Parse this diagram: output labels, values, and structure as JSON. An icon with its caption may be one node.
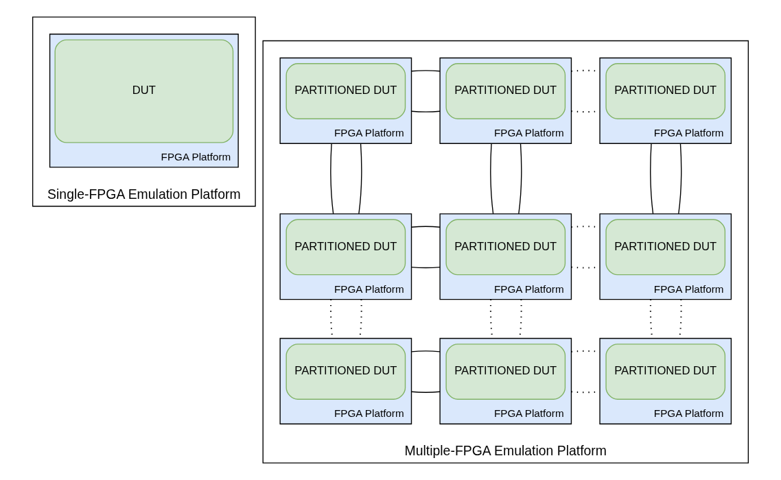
{
  "diagram": {
    "nodes": [
      {
        "text": [
          "Single-FPGA Emulation Platform"
        ]
      },
      {
        "text": [
          "FPGA Platform"
        ],
        "in": 0
      },
      {
        "text": [
          "DUT"
        ],
        "in": 1
      },
      {
        "text": [
          "Multiple-FPGA Emulation Platform"
        ]
      },
      {
        "text": [
          "FPGA Platform"
        ],
        "in": 3
      },
      {
        "text": [
          "PARTITIONED DUT"
        ],
        "in": 4
      },
      {
        "text": [
          "FPGA Platform"
        ],
        "in": 3
      },
      {
        "text": [
          "PARTITIONED DUT"
        ],
        "in": 6
      },
      {
        "text": [
          "FPGA Platform"
        ],
        "in": 3
      },
      {
        "text": [
          "PARTITIONED DUT"
        ],
        "in": 8
      },
      {
        "text": [
          "FPGA Platform"
        ],
        "in": 3
      },
      {
        "text": [
          "PARTITIONED DUT"
        ],
        "in": 10
      },
      {
        "text": [
          "FPGA Platform"
        ],
        "in": 3
      },
      {
        "text": [
          "PARTITIONED DUT"
        ],
        "in": 12
      },
      {
        "text": [
          "FPGA Platform"
        ],
        "in": 3
      },
      {
        "text": [
          "PARTITIONED DUT"
        ],
        "in": 14
      },
      {
        "text": [
          "FPGA Platform"
        ],
        "in": 3
      },
      {
        "text": [
          "PARTITIONED DUT"
        ],
        "in": 16
      },
      {
        "text": [
          "FPGA Platform"
        ],
        "in": 3
      },
      {
        "text": [
          "PARTITIONED DUT"
        ],
        "in": 18
      },
      {
        "text": [
          "FPGA Platform"
        ],
        "in": 3
      },
      {
        "text": [
          "PARTITIONED DUT"
        ],
        "in": 20
      }
    ],
    "edges": [
      {
        "from": 4,
        "to": 6,
        "arrow": "none"
      },
      {
        "from": 4,
        "to": 6,
        "arrow": "none"
      },
      {
        "from": 6,
        "to": 8,
        "arrow": "none",
        "style": "dashed"
      },
      {
        "from": 6,
        "to": 8,
        "arrow": "none",
        "style": "dashed"
      },
      {
        "from": 4,
        "to": 10,
        "arrow": "none"
      },
      {
        "from": 4,
        "to": 10,
        "arrow": "none"
      },
      {
        "from": 6,
        "to": 12,
        "arrow": "none"
      },
      {
        "from": 6,
        "to": 12,
        "arrow": "none"
      },
      {
        "from": 8,
        "to": 14,
        "arrow": "none"
      },
      {
        "from": 8,
        "to": 14,
        "arrow": "none"
      },
      {
        "from": 10,
        "to": 12,
        "arrow": "none"
      },
      {
        "from": 10,
        "to": 12,
        "arrow": "none"
      },
      {
        "from": 12,
        "to": 14,
        "arrow": "none",
        "style": "dashed"
      },
      {
        "from": 12,
        "to": 14,
        "arrow": "none",
        "style": "dashed"
      },
      {
        "from": 10,
        "to": 16,
        "arrow": "none",
        "style": "dashed"
      },
      {
        "from": 10,
        "to": 16,
        "arrow": "none",
        "style": "dashed"
      },
      {
        "from": 12,
        "to": 18,
        "arrow": "none",
        "style": "dashed"
      },
      {
        "from": 12,
        "to": 18,
        "arrow": "none",
        "style": "dashed"
      },
      {
        "from": 14,
        "to": 20,
        "arrow": "none",
        "style": "dashed"
      },
      {
        "from": 14,
        "to": 20,
        "arrow": "none",
        "style": "dashed"
      },
      {
        "from": 16,
        "to": 18,
        "arrow": "none"
      },
      {
        "from": 16,
        "to": 18,
        "arrow": "none"
      },
      {
        "from": 18,
        "to": 20,
        "arrow": "none",
        "style": "dashed"
      },
      {
        "from": 18,
        "to": 20,
        "arrow": "none",
        "style": "dashed"
      }
    ]
  }
}
